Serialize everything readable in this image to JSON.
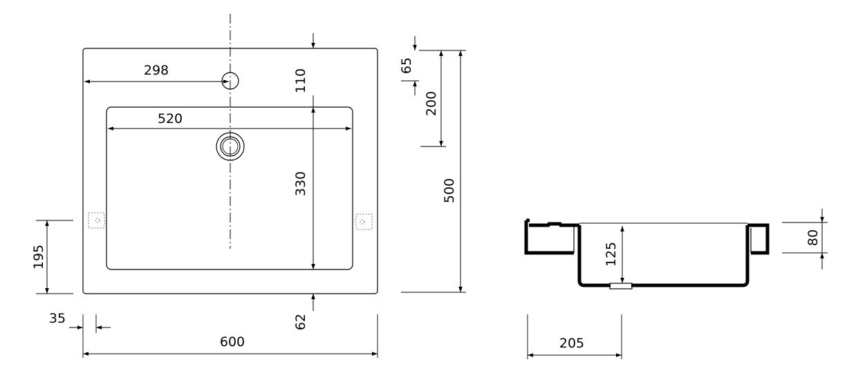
{
  "dimensions": {
    "top_width": "600",
    "tap_hole_offset": "298",
    "bowl_width": "520",
    "top_margin": "110",
    "bowl_length": "330",
    "front_margin": "62",
    "total_depth": "500",
    "rim_height": "65",
    "overflow_depth": "200",
    "bracket_height": "195",
    "bracket_offset": "35",
    "bowl_depth": "125",
    "side_height": "80",
    "drain_offset": "205"
  },
  "colors": {
    "line": "#000000",
    "background": "#ffffff"
  }
}
